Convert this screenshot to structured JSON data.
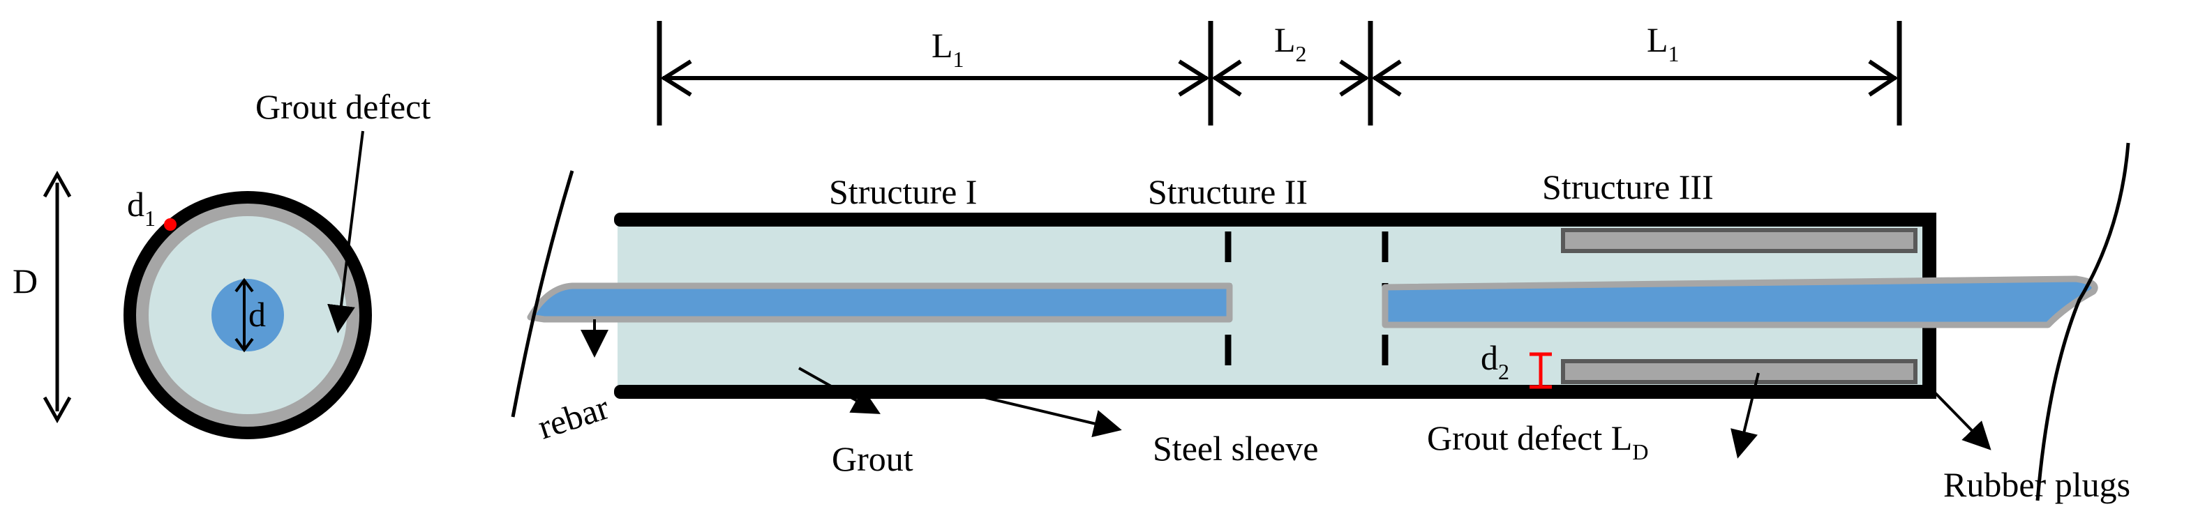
{
  "cross_section": {
    "d1": {
      "base": "d",
      "sub": "1"
    },
    "D": "D",
    "d": "d",
    "grout_defect": "Grout defect"
  },
  "dimensions": {
    "l1_left": {
      "base": "L",
      "sub": "1"
    },
    "l2": {
      "base": "L",
      "sub": "2"
    },
    "l1_right": {
      "base": "L",
      "sub": "1"
    }
  },
  "structures": {
    "structure_1": "Structure I",
    "structure_2": "Structure II",
    "structure_3": "Structure III"
  },
  "labels": {
    "rebar": "rebar",
    "grout": "Grout",
    "steel_sleeve": "Steel sleeve",
    "grout_defect_ld": {
      "base": "Grout defect L",
      "sub": "D"
    },
    "d2": {
      "base": "d",
      "sub": "2"
    },
    "rubber_plugs": "Rubber plugs"
  },
  "colors": {
    "sleeve_wall": "#000000",
    "grout_fill": "#cfe3e3",
    "rebar": "#5b9bd5",
    "rebar_outline": "#a6a6a6",
    "defect_ring": "#a6a6a6",
    "defect_marker": "#ff0000",
    "plug_fill": "#7f7f7f"
  }
}
